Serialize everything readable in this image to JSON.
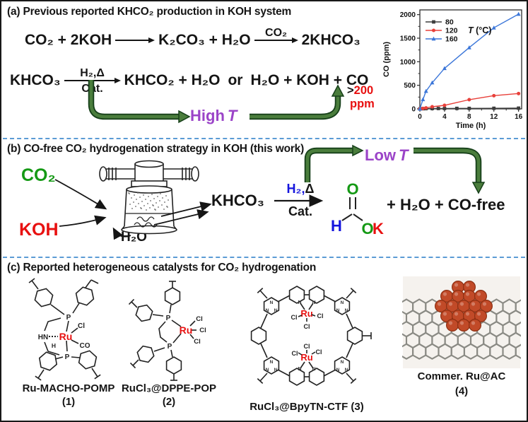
{
  "panel_a": {
    "label": "(a)",
    "title": "Previous reported KHCO₂ production in KOH system",
    "eq1_lhs": "CO₂ + 2KOH",
    "eq1_mid": "K₂CO₃ + H₂O",
    "eq1_arrow2_label": "CO₂",
    "eq1_rhs": "2KHCO₃",
    "eq2_lhs": "KHCO₃",
    "eq2_arrow_top": "H₂,Δ",
    "eq2_arrow_bottom": "Cat.",
    "eq2_rhs1": "KHCO₂ + H₂O",
    "eq2_or": "or",
    "eq2_rhs2": "H₂O + KOH + CO",
    "high_t_word": "High",
    "high_t_symbol": "T",
    "co_gt": ">",
    "co_value": "200",
    "co_unit": "ppm"
  },
  "chart_data": {
    "type": "line",
    "title": "",
    "xlabel": "Time (h)",
    "ylabel": "CO (ppm)",
    "xlim": [
      0,
      16.5
    ],
    "ylim": [
      0,
      2100
    ],
    "xticks": [
      0,
      4,
      8,
      12,
      16
    ],
    "yticks": [
      0,
      500,
      1000,
      1500,
      2000
    ],
    "grid": false,
    "legend_position": "top-left",
    "legend_title": "T (°C)",
    "series": [
      {
        "name": "80",
        "color": "#3d3d3d",
        "marker": "square",
        "x": [
          0,
          0.5,
          1,
          2,
          3,
          4,
          6,
          8,
          12,
          16
        ],
        "y": [
          0,
          3,
          5,
          6,
          8,
          8,
          10,
          10,
          12,
          15
        ]
      },
      {
        "name": "120",
        "color": "#e8403a",
        "marker": "circle",
        "x": [
          0,
          0.5,
          1,
          2,
          4,
          8,
          12,
          16
        ],
        "y": [
          0,
          10,
          20,
          45,
          75,
          195,
          280,
          325
        ]
      },
      {
        "name": "160",
        "color": "#3b76d9",
        "marker": "triangle",
        "x": [
          0,
          0.5,
          1,
          2,
          4,
          8,
          12,
          16
        ],
        "y": [
          0,
          200,
          375,
          555,
          860,
          1300,
          1720,
          2010
        ]
      }
    ]
  },
  "panel_b": {
    "label": "(b)",
    "title": "CO-free CO₂ hydrogenation strategy in KOH (this work)",
    "reactant_co2": "CO₂",
    "reactant_koh": "KOH",
    "water": "H₂O",
    "intermediate": "KHCO₃",
    "arrow_top_h2": "H₂,",
    "arrow_top_delta": "Δ",
    "arrow_bottom": "Cat.",
    "formate_o_top": "O",
    "formate_h": "H",
    "formate_o": "O",
    "formate_k": "K",
    "products": "+ H₂O + CO-free",
    "low_t_word": "Low",
    "low_t_symbol": "T"
  },
  "panel_c": {
    "label": "(c)",
    "title": "Reported heterogeneous catalysts for CO₂ hydrogenation",
    "catalysts": [
      {
        "name": "Ru-MACHO-POMP",
        "number": "(1)"
      },
      {
        "name": "RuCl₃@DPPE-POP",
        "number": "(2)"
      },
      {
        "name": "RuCl₃@BpyTN-CTF (3)"
      },
      {
        "name": "Commer. Ru@AC",
        "number": "(4)"
      }
    ],
    "atom_labels": {
      "ru": "Ru",
      "cl": "Cl",
      "co": "CO",
      "hn": "HN",
      "h": "H",
      "p": "P",
      "n": "N"
    }
  },
  "colors": {
    "green_text": "#149914",
    "red_text": "#e81010",
    "blue_text": "#1515dd",
    "purple_text": "#9b44c8",
    "arrow_green": "#4a7d3c",
    "arrow_green_dark": "#17401a",
    "separator_blue": "#5b9bd5",
    "chart_black": "#3d3d3d",
    "chart_red": "#e8403a",
    "chart_blue": "#3b76d9",
    "nanoparticle": "#c14a28",
    "lattice_gray": "#8a8a84"
  }
}
